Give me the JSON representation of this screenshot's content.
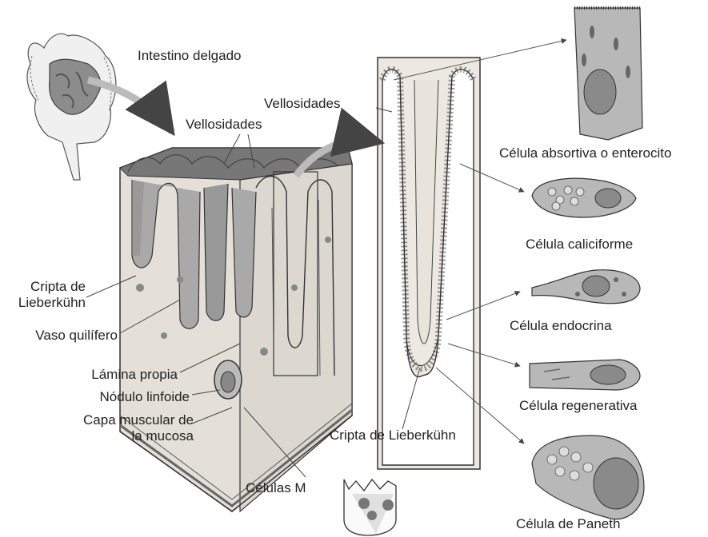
{
  "labels": {
    "intestino": "Intestino delgado",
    "vellosidades_top": "Vellosidades",
    "vellosidades_mid": "Vellosidades",
    "cripta_left": "Cripta de\nLieberkühn",
    "vaso": "Vaso quilífero",
    "lamina": "Lámina propia",
    "nodulo": "Nódulo linfoide",
    "capa": "Capa muscular de\nla mucosa",
    "celulas_m": "Células M",
    "cripta_center": "Cripta de Lieberkühn",
    "absortiva": "Célula absortiva o enterocito",
    "caliciforme": "Célula caliciforme",
    "endocrina": "Célula endocrina",
    "regenerativa": "Célula regenerativa",
    "paneth": "Célula de Paneth"
  },
  "colors": {
    "ink": "#222222",
    "tissue_dark": "#777777",
    "tissue_mid": "#a9a9a9",
    "tissue_light": "#e4e0d8",
    "cell_fill": "#b8b8b8",
    "nucleus": "#8a8a8a"
  }
}
